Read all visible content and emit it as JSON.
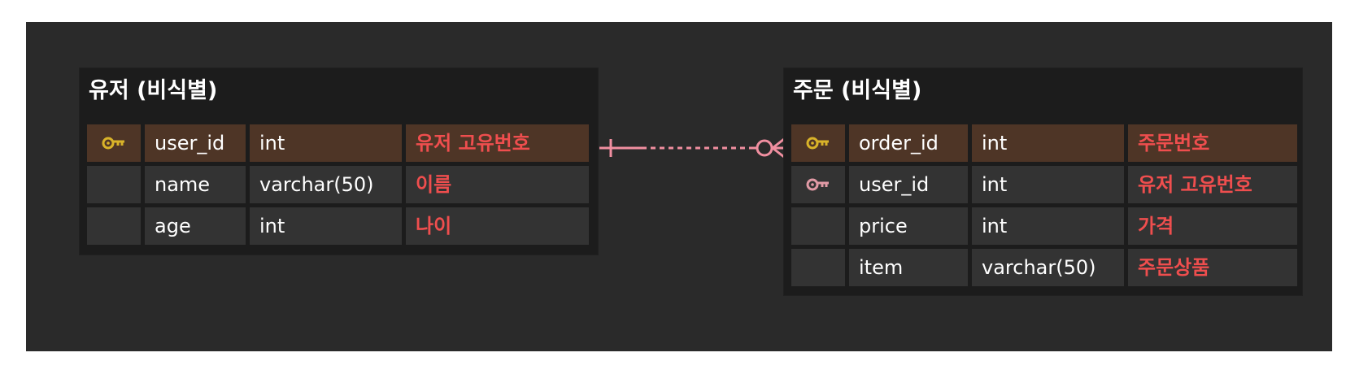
{
  "colors": {
    "canvas_background": "#2a2a2a",
    "entity_background": "#1c1c1c",
    "cell_background": "#333333",
    "pk_row_background": "#4e3526",
    "comment_text": "#ef4e4e",
    "primary_key_icon": "#d9b329",
    "foreign_key_icon": "#e09aa5",
    "relation_line": "#f08fa0"
  },
  "entities": [
    {
      "title": "유저 (비식별)",
      "columns": [
        {
          "key": "primary-key-icon",
          "name": "user_id",
          "type": "int",
          "comment": "유저 고유번호"
        },
        {
          "key": "",
          "name": "name",
          "type": "varchar(50)",
          "comment": "이름"
        },
        {
          "key": "",
          "name": "age",
          "type": "int",
          "comment": "나이"
        }
      ]
    },
    {
      "title": "주문 (비식별)",
      "columns": [
        {
          "key": "primary-key-icon",
          "name": "order_id",
          "type": "int",
          "comment": "주문번호"
        },
        {
          "key": "foreign-key-icon",
          "name": "user_id",
          "type": "int",
          "comment": "유저 고유번호"
        },
        {
          "key": "",
          "name": "price",
          "type": "int",
          "comment": "가격"
        },
        {
          "key": "",
          "name": "item",
          "type": "varchar(50)",
          "comment": "주문상품"
        }
      ]
    }
  ],
  "relationship": {
    "from": "유저 (비식별)",
    "to": "주문 (비식별)",
    "from_cardinality": "exactly one",
    "to_cardinality": "zero or many",
    "line_style": "dashed"
  }
}
